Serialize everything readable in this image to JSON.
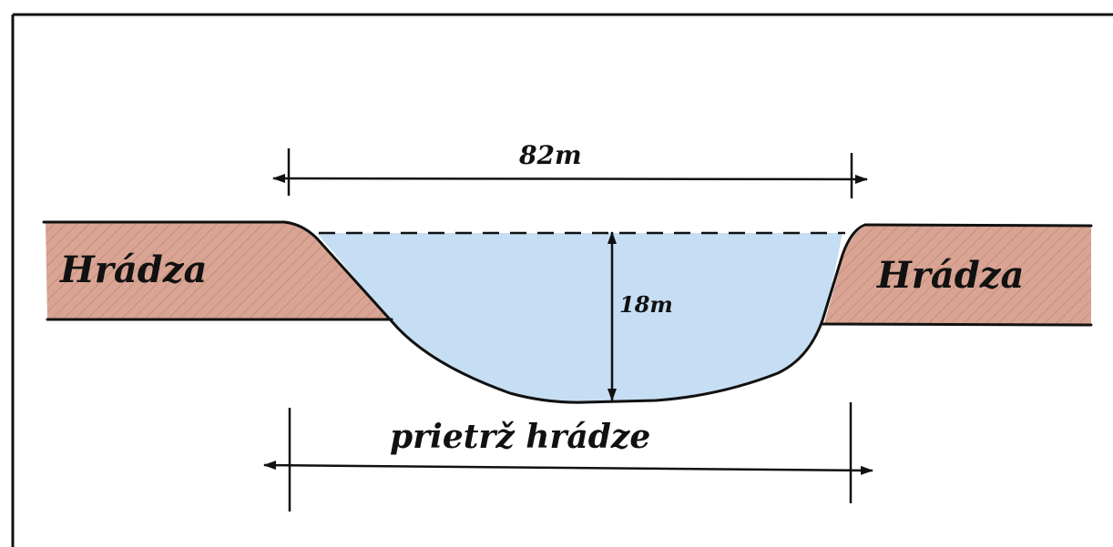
{
  "diagram": {
    "left_dam_label": "Hrádza",
    "right_dam_label": "Hrádza",
    "breach_label": "prietrž hrádze",
    "width_label": "82m",
    "depth_label": "18m",
    "colors": {
      "dam_fill": "#d9a493",
      "dam_hatch": "#8a5a4a",
      "water_fill": "#c3dcf2",
      "ink": "#111111"
    }
  }
}
